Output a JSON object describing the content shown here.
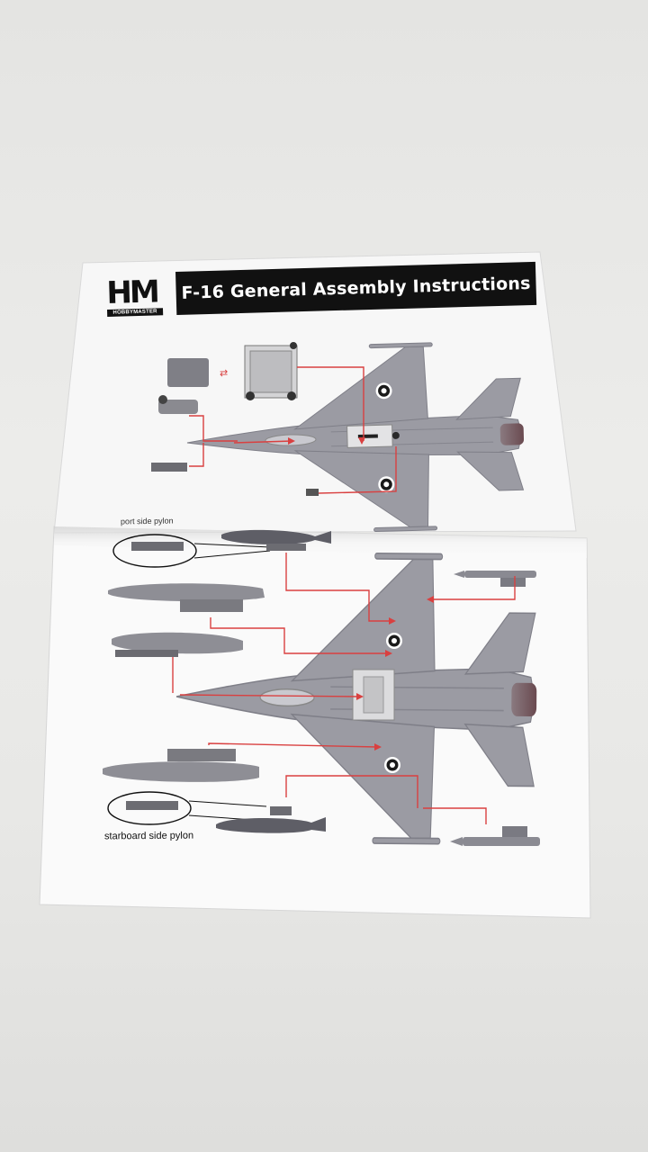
{
  "document": {
    "logo": {
      "mark": "HM",
      "subtext": "HOBBYMASTER"
    },
    "title": "F-16 General Assembly Instructions",
    "labels": {
      "port_pylon": "port side pylon",
      "starboard_pylon": "starboard side pylon"
    }
  },
  "colors": {
    "background": "#e6e6e4",
    "paper": "#fafafa",
    "aircraft": "#9b9ba3",
    "pointer_lines": "#d94040",
    "title_bar": "#111111"
  }
}
